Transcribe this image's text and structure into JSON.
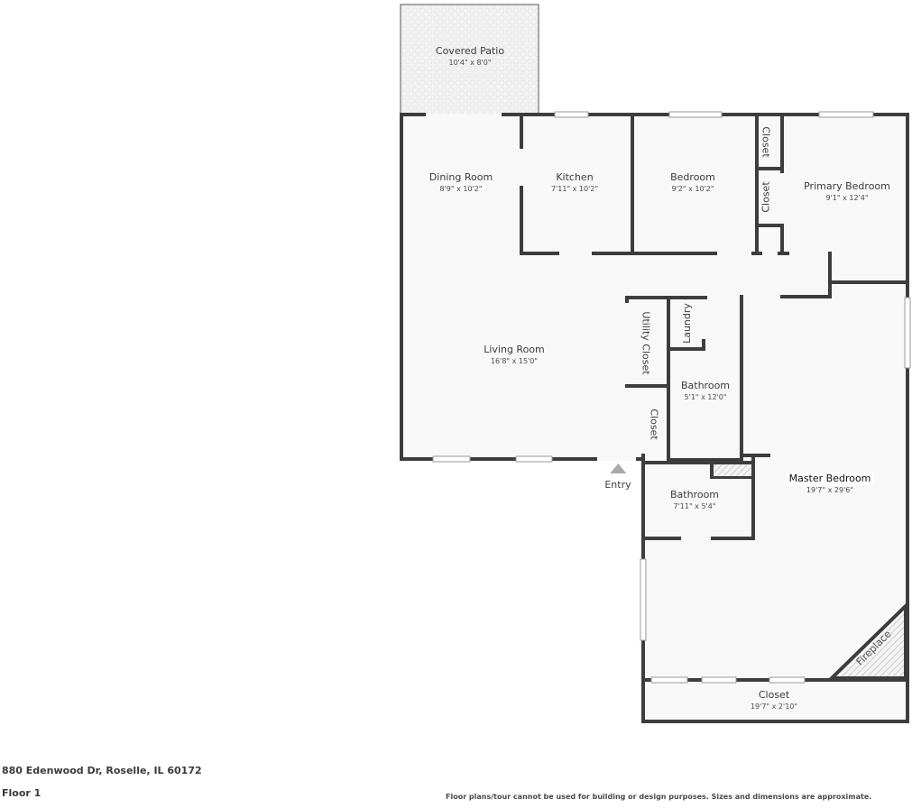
{
  "address": "880 Edenwood Dr, Roselle, IL 60172",
  "floor": "Floor 1",
  "disclaimer": "Floor plans/tour cannot be used for building or design purposes. Sizes and dimensions are approximate.",
  "entry_label": "Entry",
  "colors": {
    "wall": "#3d3d3d",
    "floor": "#f8f8f8",
    "patio": "#f1f1f1",
    "window": "#ffffff",
    "entry_marker": "#a9a9a9",
    "hatch": "#bdbdbd"
  },
  "rooms": {
    "covered_patio": {
      "name": "Covered Patio",
      "dim": "10'4\" x 8'0\""
    },
    "dining_room": {
      "name": "Dining Room",
      "dim": "8'9\" x 10'2\""
    },
    "kitchen": {
      "name": "Kitchen",
      "dim": "7'11\" x 10'2\""
    },
    "bedroom": {
      "name": "Bedroom",
      "dim": "9'2\" x 10'2\""
    },
    "closet_upper": {
      "name": "Closet"
    },
    "closet_lower": {
      "name": "Closet"
    },
    "primary_bedroom": {
      "name": "Primary Bedroom",
      "dim": "9'1\" x 12'4\""
    },
    "living_room": {
      "name": "Living Room",
      "dim": "16'8\" x 15'0\""
    },
    "utility_closet": {
      "name": "Utility Closet"
    },
    "laundry": {
      "name": "Laundry"
    },
    "hall_closet": {
      "name": "Closet"
    },
    "bathroom_1": {
      "name": "Bathroom",
      "dim": "5'1\" x 12'0\""
    },
    "bathroom_2": {
      "name": "Bathroom",
      "dim": "7'11\" x 5'4\""
    },
    "master_bedroom": {
      "name": "Master Bedroom",
      "dim": "19'7\" x 29'6\""
    },
    "fireplace": {
      "name": "Fireplace"
    },
    "master_closet": {
      "name": "Closet",
      "dim": "19'7\" x 2'10\""
    }
  }
}
